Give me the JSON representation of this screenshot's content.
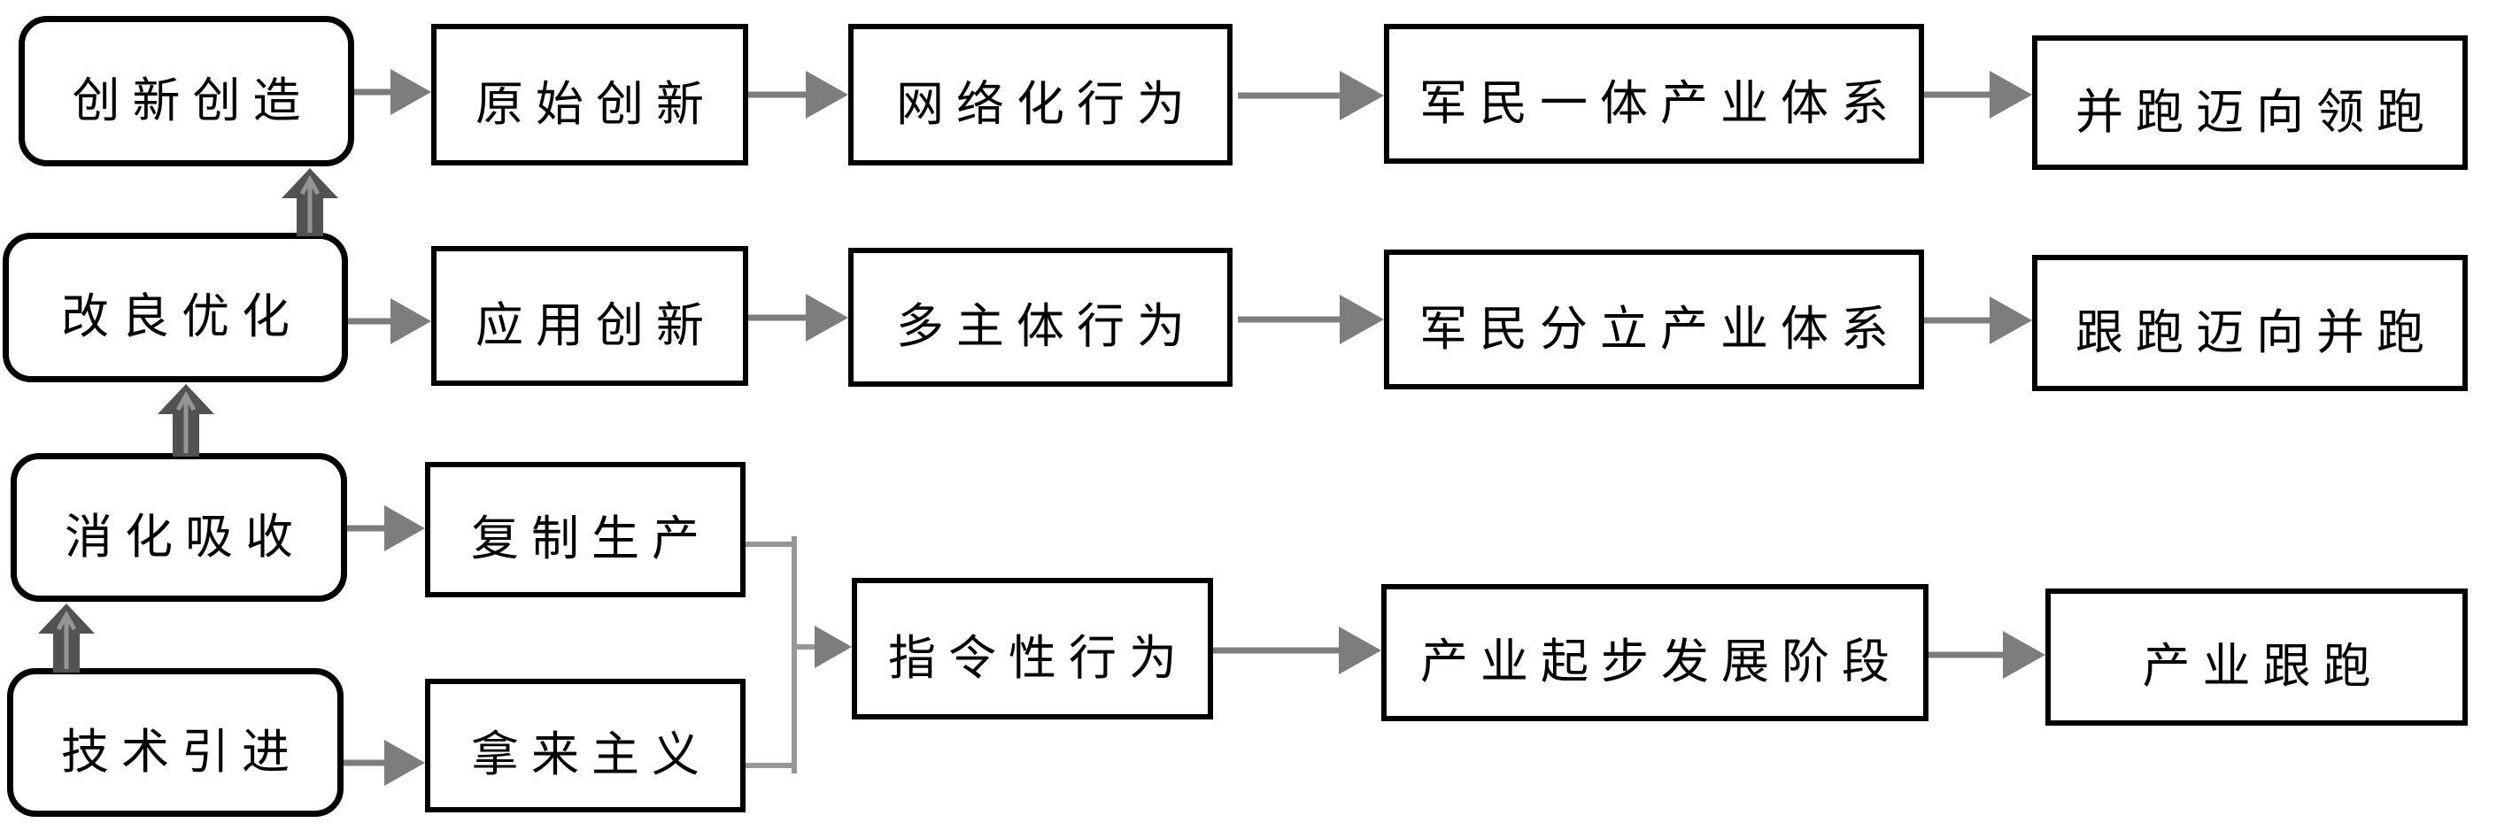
{
  "diagram": {
    "title": "technology-innovation-stages-flowchart",
    "background": "#ffffff",
    "colors": {
      "box_border": "#000000",
      "box_fill": "#ffffff",
      "connector_gray": "#7d7d7d",
      "merge_bracket_gray": "#979797",
      "block_arrow_fill": "#525252",
      "block_arrow_inner": "#949494",
      "text": "#000000"
    },
    "nodes": {
      "c1r1": {
        "label": "创新创造",
        "shape": "rounded"
      },
      "c1r2": {
        "label": "改良优化",
        "shape": "rounded"
      },
      "c1r3": {
        "label": "消化吸收",
        "shape": "rounded"
      },
      "c1r4": {
        "label": "技术引进",
        "shape": "rounded"
      },
      "c2r1": {
        "label": "原始创新",
        "shape": "rect"
      },
      "c2r2": {
        "label": "应用创新",
        "shape": "rect"
      },
      "c2r3": {
        "label": "复制生产",
        "shape": "rect"
      },
      "c2r4": {
        "label": "拿来主义",
        "shape": "rect"
      },
      "c3r1": {
        "label": "网络化行为",
        "shape": "rect"
      },
      "c3r2": {
        "label": "多主体行为",
        "shape": "rect"
      },
      "c3r3": {
        "label": "指令性行为",
        "shape": "rect"
      },
      "c4r1": {
        "label": "军民一体产业体系",
        "shape": "rect"
      },
      "c4r2": {
        "label": "军民分立产业体系",
        "shape": "rect"
      },
      "c4r3": {
        "label": "产业起步发展阶段",
        "shape": "rect"
      },
      "c5r1": {
        "label": "并跑迈向领跑",
        "shape": "rect"
      },
      "c5r2": {
        "label": "跟跑迈向并跑",
        "shape": "rect"
      },
      "c5r3": {
        "label": "产业跟跑",
        "shape": "rect"
      }
    },
    "edges": [
      {
        "from": "技术引进",
        "to": "消化吸收",
        "style": "block-up-arrow"
      },
      {
        "from": "消化吸收",
        "to": "改良优化",
        "style": "block-up-arrow"
      },
      {
        "from": "改良优化",
        "to": "创新创造",
        "style": "block-up-arrow"
      },
      {
        "from": "创新创造",
        "to": "原始创新",
        "style": "gray-arrow"
      },
      {
        "from": "改良优化",
        "to": "应用创新",
        "style": "gray-arrow"
      },
      {
        "from": "消化吸收",
        "to": "复制生产",
        "style": "gray-arrow"
      },
      {
        "from": "技术引进",
        "to": "拿来主义",
        "style": "gray-arrow"
      },
      {
        "from": "原始创新",
        "to": "网络化行为",
        "style": "gray-arrow"
      },
      {
        "from": "应用创新",
        "to": "多主体行为",
        "style": "gray-arrow"
      },
      {
        "from": "复制生产",
        "to": "指令性行为",
        "style": "merge-bracket"
      },
      {
        "from": "拿来主义",
        "to": "指令性行为",
        "style": "merge-bracket"
      },
      {
        "from": "网络化行为",
        "to": "军民一体产业体系",
        "style": "gray-arrow"
      },
      {
        "from": "多主体行为",
        "to": "军民分立产业体系",
        "style": "gray-arrow"
      },
      {
        "from": "指令性行为",
        "to": "产业起步发展阶段",
        "style": "gray-arrow"
      },
      {
        "from": "军民一体产业体系",
        "to": "并跑迈向领跑",
        "style": "gray-arrow"
      },
      {
        "from": "军民分立产业体系",
        "to": "跟跑迈向并跑",
        "style": "gray-arrow"
      },
      {
        "from": "产业起步发展阶段",
        "to": "产业跟跑",
        "style": "gray-arrow"
      }
    ]
  }
}
